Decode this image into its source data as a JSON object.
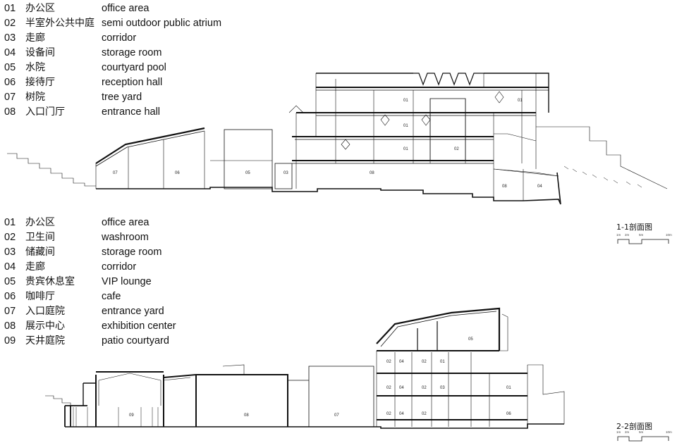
{
  "legend_1": [
    {
      "num": "01",
      "cn": "办公区",
      "en": "office area"
    },
    {
      "num": "02",
      "cn": "半室外公共中庭",
      "en": "semi outdoor public atrium"
    },
    {
      "num": "03",
      "cn": "走廊",
      "en": "corridor"
    },
    {
      "num": "04",
      "cn": "设备间",
      "en": "storage room"
    },
    {
      "num": "05",
      "cn": "水院",
      "en": "courtyard pool"
    },
    {
      "num": "06",
      "cn": "接待厅",
      "en": "reception hall"
    },
    {
      "num": "07",
      "cn": "树院",
      "en": "tree yard"
    },
    {
      "num": "08",
      "cn": "入口门厅",
      "en": "entrance hall"
    }
  ],
  "legend_2": [
    {
      "num": "01",
      "cn": "办公区",
      "en": "office area"
    },
    {
      "num": "02",
      "cn": "卫生间",
      "en": "washroom"
    },
    {
      "num": "03",
      "cn": "储藏间",
      "en": "storage room"
    },
    {
      "num": "04",
      "cn": "走廊",
      "en": "corridor"
    },
    {
      "num": "05",
      "cn": "贵宾休息室",
      "en": "VIP lounge"
    },
    {
      "num": "06",
      "cn": "咖啡厅",
      "en": "cafe"
    },
    {
      "num": "07",
      "cn": "入口庭院",
      "en": "entrance yard"
    },
    {
      "num": "08",
      "cn": "展示中心",
      "en": "exhibition center"
    },
    {
      "num": "09",
      "cn": "天井庭院",
      "en": "patio courtyard"
    }
  ],
  "section_1": {
    "title": "1-1剖面图",
    "scale_ticks": [
      "1m",
      "2m",
      "5m",
      "10m"
    ],
    "room_labels": [
      "07",
      "06",
      "05",
      "03",
      "08",
      "01",
      "01",
      "01",
      "01",
      "02",
      "08",
      "04"
    ]
  },
  "section_2": {
    "title": "2-2剖面图",
    "scale_ticks": [
      "1m",
      "2m",
      "5m",
      "10m"
    ],
    "room_labels": [
      "09",
      "08",
      "07",
      "05",
      "02",
      "04",
      "02",
      "01",
      "02",
      "04",
      "02",
      "03",
      "01",
      "02",
      "04",
      "02",
      "06"
    ]
  }
}
